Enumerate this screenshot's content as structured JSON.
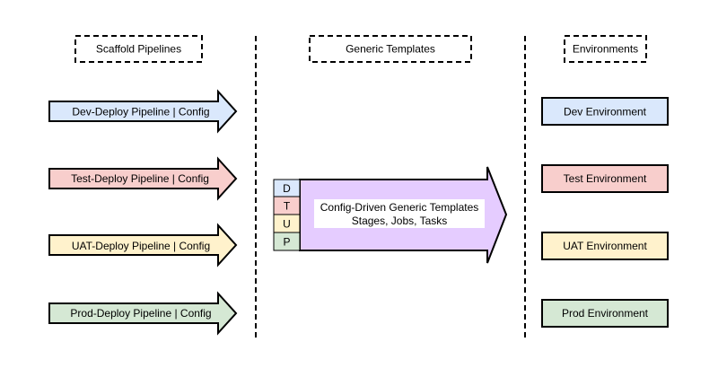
{
  "headers": {
    "scaffold": "Scaffold Pipelines",
    "generic": "Generic Templates",
    "environments": "Environments"
  },
  "pipelines": [
    {
      "label": "Dev-Deploy Pipeline | Config",
      "color": "#dae8fc"
    },
    {
      "label": "Test-Deploy Pipeline | Config",
      "color": "#f8cecc"
    },
    {
      "label": "UAT-Deploy Pipeline | Config",
      "color": "#fff2cc"
    },
    {
      "label": "Prod-Deploy Pipeline | Config",
      "color": "#d5e8d4"
    }
  ],
  "template": {
    "line1": "Config-Driven Generic Templates",
    "line2": "Stages, Jobs, Tasks",
    "color": "#e5ccff",
    "stages": [
      {
        "letter": "D",
        "color": "#dae8fc"
      },
      {
        "letter": "T",
        "color": "#f8cecc"
      },
      {
        "letter": "U",
        "color": "#fff2cc"
      },
      {
        "letter": "P",
        "color": "#d5e8d4"
      }
    ]
  },
  "environments": [
    {
      "label": "Dev Environment",
      "color": "#dae8fc"
    },
    {
      "label": "Test Environment",
      "color": "#f8cecc"
    },
    {
      "label": "UAT Environment",
      "color": "#fff2cc"
    },
    {
      "label": "Prod Environment",
      "color": "#d5e8d4"
    }
  ]
}
